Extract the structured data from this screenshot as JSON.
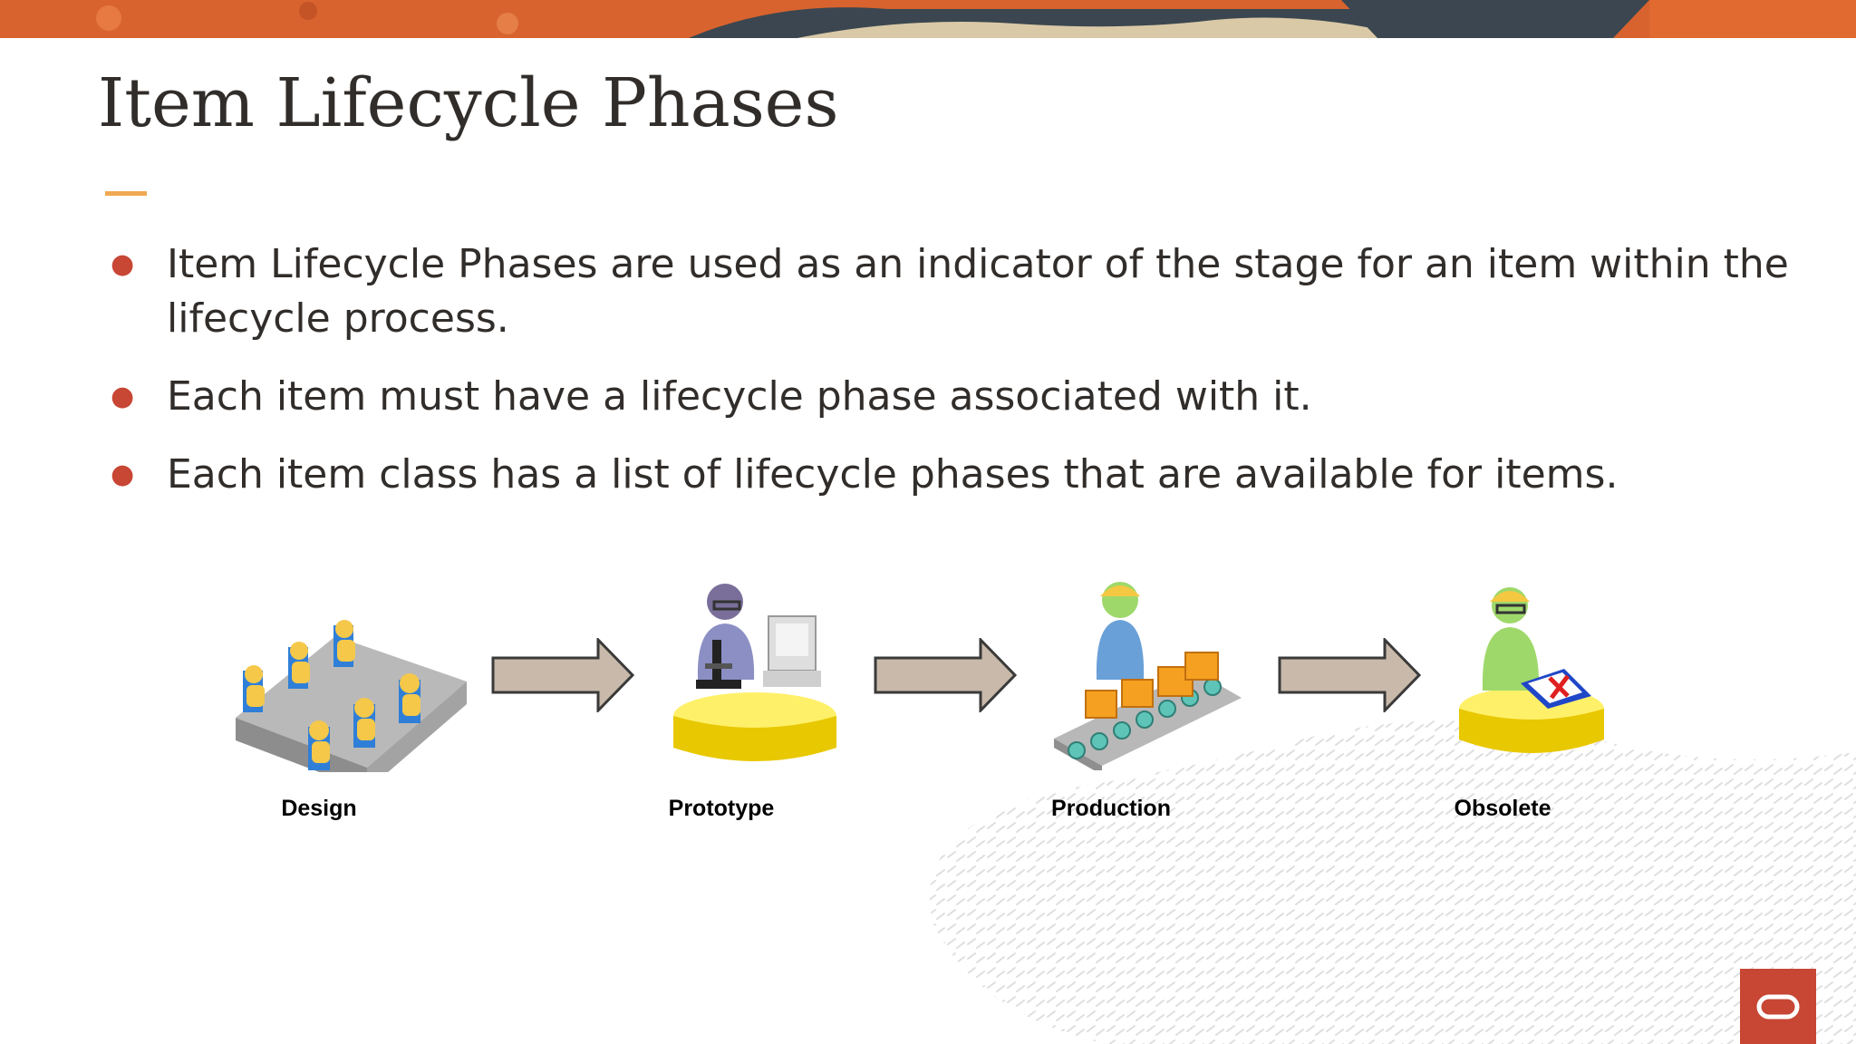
{
  "slide": {
    "title": "Item Lifecycle Phases",
    "bullets": [
      "Item Lifecycle Phases are used as an indicator of the stage for an item within the lifecycle process.",
      "Each item must have a lifecycle phase associated with it.",
      "Each item class has a list of lifecycle phases that are available for items."
    ],
    "phases": [
      {
        "label": "Design",
        "icon": "meeting-table-icon"
      },
      {
        "label": "Prototype",
        "icon": "scientist-microscope-icon"
      },
      {
        "label": "Production",
        "icon": "conveyor-worker-icon"
      },
      {
        "label": "Obsolete",
        "icon": "worker-document-icon"
      }
    ],
    "logo": "oracle-logo"
  },
  "colors": {
    "text": "#312d2a",
    "bullet": "#c74634",
    "accent_line": "#f0a852",
    "banner_orange": "#e06a30",
    "arrow_fill": "#c8b9aa",
    "logo_red": "#c74634",
    "pedestal_yellow": "#f2d700"
  }
}
